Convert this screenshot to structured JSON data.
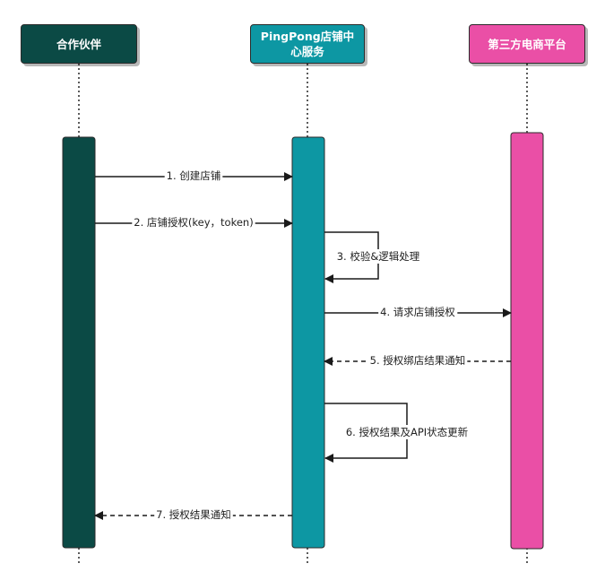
{
  "participants": [
    {
      "id": "partner",
      "label": "合作伙伴",
      "color": "#0b4a45"
    },
    {
      "id": "pingpong",
      "label": "PingPong店铺中心服务",
      "color": "#0d97a3"
    },
    {
      "id": "platform",
      "label": "第三方电商平台",
      "color": "#ea4fa6"
    }
  ],
  "messages": [
    {
      "num": "1",
      "label": "1. 创建店铺",
      "from": "partner",
      "to": "pingpong",
      "style": "solid"
    },
    {
      "num": "2",
      "label": "2. 店铺授权(key，token)",
      "from": "partner",
      "to": "pingpong",
      "style": "solid"
    },
    {
      "num": "3",
      "label": "3. 校验&逻辑处理",
      "from": "pingpong",
      "to": "pingpong",
      "style": "solid"
    },
    {
      "num": "4",
      "label": "4. 请求店铺授权",
      "from": "pingpong",
      "to": "platform",
      "style": "solid"
    },
    {
      "num": "5",
      "label": "5. 授权绑店结果通知",
      "from": "platform",
      "to": "pingpong",
      "style": "dashed"
    },
    {
      "num": "6",
      "label": "6. 授权结果及API状态更新",
      "from": "pingpong",
      "to": "pingpong",
      "style": "solid"
    },
    {
      "num": "7",
      "label": "7. 授权结果通知",
      "from": "pingpong",
      "to": "partner",
      "style": "dashed"
    }
  ]
}
